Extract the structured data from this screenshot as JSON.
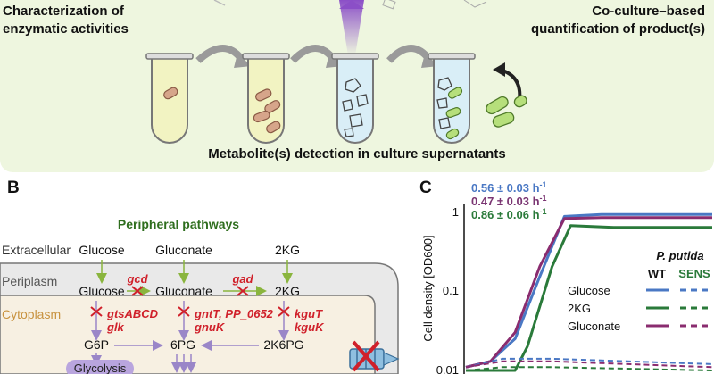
{
  "panel_a": {
    "caption_left_line1": "Characterization of",
    "caption_left_line2": "enzymatic activities",
    "caption_right_line1": "Co-culture–based",
    "caption_right_line2": "quantification of product(s)",
    "caption_bottom": "Metabolite(s) detection in culture supernatants"
  },
  "panel_b": {
    "letter": "B",
    "title": "Peripheral pathways",
    "compartments": {
      "extracellular": "Extracellular",
      "periplasm": "Periplasm",
      "cytoplasm": "Cytoplasm"
    },
    "metabolites": {
      "glucose_ext": "Glucose",
      "gluconate_ext": "Gluconate",
      "kg_ext": "2KG",
      "glucose_peri": "Glucose",
      "gluconate_peri": "Gluconate",
      "kg_peri": "2KG",
      "g6p": "G6P",
      "pg6": "6PG",
      "k2pg6": "2K6PG"
    },
    "enzymes": {
      "gcd": "gcd",
      "gad": "gad",
      "gtsabcd": "gtsABCD",
      "glk": "glk",
      "gntt": "gntT, PP_0652",
      "gnuk": "gnuK",
      "kgut": "kguT",
      "kguk": "kguK"
    },
    "glycolysis": "Glycolysis",
    "colors": {
      "enzyme_red": "#d0202a",
      "title_green": "#2f6e1e",
      "glycolysis_purple": "#b9a5de"
    }
  },
  "panel_c": {
    "letter": "C",
    "rates": [
      {
        "text": "0.56 ± 0.03 h",
        "color": "#4a78c4"
      },
      {
        "text": "0.47 ± 0.03 h",
        "color": "#7a3572"
      },
      {
        "text": "0.86 ± 0.06 h",
        "color": "#2a7a3a"
      }
    ],
    "rate_exponent": "-1",
    "legend": {
      "title": "P. putida",
      "col_wt": "WT",
      "col_sens": "SENS",
      "rows": [
        {
          "label": "Glucose",
          "color": "#4a78c4"
        },
        {
          "label": "2KG",
          "color": "#2a7a3a"
        },
        {
          "label": "Gluconate",
          "color": "#8a2c6f"
        }
      ]
    }
  },
  "chart_data": {
    "type": "line",
    "ylabel": "Cell density [OD600]",
    "yscale": "log",
    "y_ticks": [
      "1",
      "0.1",
      "0.01"
    ],
    "ylim": [
      0.01,
      1.2
    ],
    "series": [
      {
        "name": "Glucose",
        "strain": "WT",
        "color": "#4a78c4",
        "style": "solid",
        "points": [
          [
            0,
            0.011
          ],
          [
            4,
            0.013
          ],
          [
            8,
            0.025
          ],
          [
            12,
            0.15
          ],
          [
            16,
            0.85
          ],
          [
            22,
            0.9
          ],
          [
            40,
            0.9
          ]
        ]
      },
      {
        "name": "Gluconate",
        "strain": "WT",
        "color": "#8a2c6f",
        "style": "solid",
        "points": [
          [
            0,
            0.011
          ],
          [
            4,
            0.013
          ],
          [
            8,
            0.03
          ],
          [
            12,
            0.2
          ],
          [
            16,
            0.8
          ],
          [
            22,
            0.82
          ],
          [
            40,
            0.82
          ]
        ]
      },
      {
        "name": "2KG",
        "strain": "WT",
        "color": "#2a7a3a",
        "style": "solid",
        "points": [
          [
            0,
            0.01
          ],
          [
            8,
            0.01
          ],
          [
            10,
            0.02
          ],
          [
            14,
            0.2
          ],
          [
            17,
            0.65
          ],
          [
            24,
            0.62
          ],
          [
            40,
            0.62
          ]
        ]
      },
      {
        "name": "Glucose",
        "strain": "SENS",
        "color": "#4a78c4",
        "style": "dashed",
        "points": [
          [
            0,
            0.011
          ],
          [
            6,
            0.014
          ],
          [
            14,
            0.014
          ],
          [
            40,
            0.012
          ]
        ]
      },
      {
        "name": "Gluconate",
        "strain": "SENS",
        "color": "#8a2c6f",
        "style": "dashed",
        "points": [
          [
            0,
            0.011
          ],
          [
            6,
            0.013
          ],
          [
            14,
            0.013
          ],
          [
            40,
            0.011
          ]
        ]
      },
      {
        "name": "2KG",
        "strain": "SENS",
        "color": "#2a7a3a",
        "style": "dashed",
        "points": [
          [
            0,
            0.01
          ],
          [
            6,
            0.011
          ],
          [
            14,
            0.011
          ],
          [
            40,
            0.01
          ]
        ]
      }
    ]
  }
}
